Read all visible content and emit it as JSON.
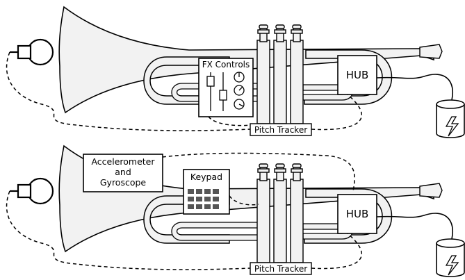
{
  "diagram": {
    "top": {
      "fx_controls_label": "FX Controls",
      "hub_label": "HUB",
      "pitch_tracker_label": "Pitch Tracker"
    },
    "bottom": {
      "sensor_line1": "Accelerometer",
      "sensor_line2": "and",
      "sensor_line3": "Gyroscope",
      "keypad_label": "Keypad",
      "hub_label": "HUB",
      "pitch_tracker_label": "Pitch Tracker"
    }
  },
  "icons": [
    "microphone-icon",
    "battery-icon",
    "lightning-icon",
    "valve-icon",
    "knob-icon",
    "slider-icon"
  ]
}
